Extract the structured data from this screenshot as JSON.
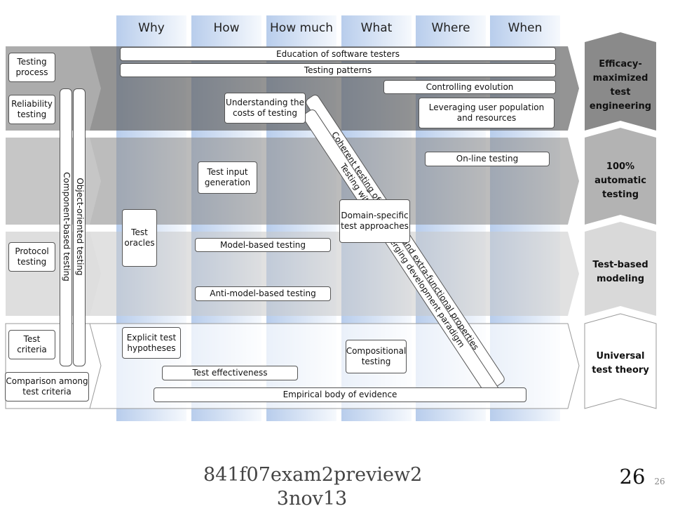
{
  "columns": [
    "Why",
    "How",
    "How much",
    "What",
    "Where",
    "When"
  ],
  "row_labels": {
    "testing_process": "Testing\nprocess",
    "reliability_testing": "Reliability\ntesting",
    "protocol_testing": "Protocol\ntesting",
    "test_criteria": "Test\ncriteria",
    "comparison": "Comparison among\ntest criteria"
  },
  "vertical_labels": {
    "component_based": "Component-based testing",
    "object_oriented": "Object-oriented testing"
  },
  "goals": {
    "efficacy": "Efficacy-\nmaximized\ntest engineering",
    "automatic": "100% automatic\ntesting",
    "modeling": "Test-based\nmodeling",
    "theory": "Universal\ntest theory"
  },
  "challenges": {
    "education": "Education of software testers",
    "patterns": "Testing patterns",
    "controlling_evolution": "Controlling evolution",
    "understanding_costs": "Understanding the\ncosts of testing",
    "leveraging_users": "Leveraging user population\nand resources",
    "online_testing": "On-line testing",
    "test_input": "Test input\ngeneration",
    "domain_specific": "Domain-specific\ntest approaches",
    "test_oracles": "Test\noracles",
    "model_based": "Model-based testing",
    "anti_model": "Anti-model-based testing",
    "explicit_hypotheses": "Explicit test\nhypotheses",
    "compositional": "Compositional\ntesting",
    "test_effectiveness": "Test effectiveness",
    "empirical": "Empirical body of evidence",
    "coherent": "Coherent testing of functional and extra-functional properties",
    "emerging": "Testing within the emerging development paradigm"
  },
  "footer": {
    "title": "841f07exam2preview2\n3nov13",
    "slide_number": "26",
    "slide_number_small": "26"
  }
}
